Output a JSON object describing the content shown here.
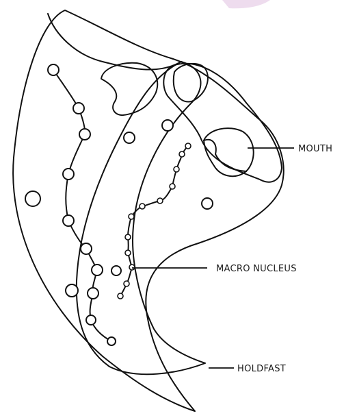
{
  "colors": {
    "body_fill": "#cce9d6",
    "inner_fill": "#b7e0c5",
    "top_tint": "#eedcee",
    "outline": "#111111"
  },
  "labels": {
    "mouth": "MOUTH",
    "macro_nucleus": "MACRO NUCLEUS",
    "holdfast": "HOLDFAST"
  }
}
